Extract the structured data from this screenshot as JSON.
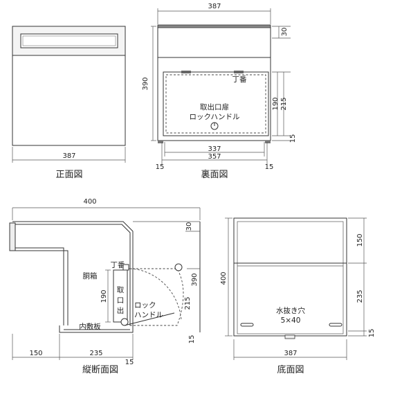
{
  "views": {
    "front": {
      "caption": "正面図",
      "dims": {
        "width": "387"
      }
    },
    "back": {
      "caption": "裏面図",
      "dims": {
        "width": "387",
        "top": "30",
        "height": "390",
        "door_h1": "190",
        "door_h2": "215",
        "bottom": "15",
        "inner1": "337",
        "inner2": "357",
        "side_left": "15",
        "side_right": "15"
      },
      "labels": {
        "hinge": "丁番",
        "door_line1": "取出口扉",
        "door_line2": "ロックハンドル"
      }
    },
    "section": {
      "caption": "縦断面図",
      "dims": {
        "depth": "400",
        "top": "30",
        "h390": "390",
        "h215": "215",
        "h190": "190",
        "bottom": "15",
        "front": "150",
        "body": "235",
        "bottom_left": "15"
      },
      "labels": {
        "body": "胴箱",
        "hinge": "丁番",
        "outlet": "取\n口\n出",
        "outlet_chars": [
          "取",
          "口",
          "出"
        ],
        "lock1": "ロック",
        "lock2": "ハンドル",
        "inner_plate": "内敷板"
      }
    },
    "bottom": {
      "caption": "底面図",
      "dims": {
        "width": "387",
        "depth": "400",
        "d150": "150",
        "d235": "235",
        "d15": "15"
      },
      "labels": {
        "drain1": "水抜き穴",
        "drain2": "5×40"
      }
    }
  }
}
